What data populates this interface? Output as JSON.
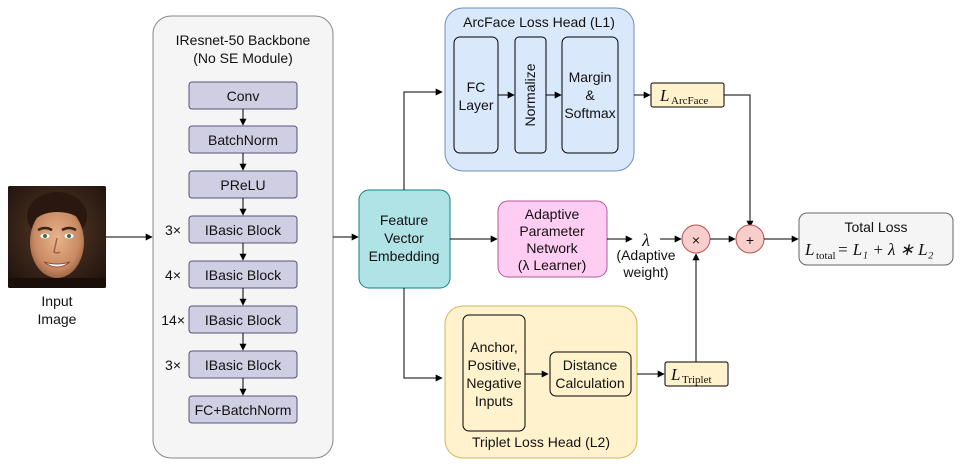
{
  "input": {
    "line1": "Input",
    "line2": "Image"
  },
  "backbone": {
    "title_line1": "IResnet-50 Backbone",
    "title_line2": "(No SE Module)",
    "layers": {
      "conv": "Conv",
      "batchnorm": "BatchNorm",
      "prelu": "PReLU",
      "block1": "IBasic Block",
      "block2": "IBasic Block",
      "block3": "IBasic Block",
      "block4": "IBasic Block",
      "fc": "FC+BatchNorm"
    },
    "repeats": {
      "block1": "3×",
      "block2": "4×",
      "block3": "14×",
      "block4": "3×"
    }
  },
  "feature": {
    "line1": "Feature",
    "line2": "Vector",
    "line3": "Embedding"
  },
  "arcface": {
    "title": "ArcFace Loss Head (L1)",
    "fc_line1": "FC",
    "fc_line2": "Layer",
    "normalize": "Normalize",
    "margin_line1": "Margin",
    "margin_line2": "&",
    "margin_line3": "Softmax",
    "loss_main": "L",
    "loss_sub": "ArcFace"
  },
  "adaptive": {
    "line1": "Adaptive",
    "line2": "Parameter",
    "line3": "Network",
    "line4": "(λ Learner)",
    "lambda": "λ",
    "weight_line1": "(Adaptive",
    "weight_line2": "weight)"
  },
  "ops": {
    "multiply": "×",
    "add": "+"
  },
  "total": {
    "title": "Total Loss",
    "eq_L": "L",
    "eq_sub": "total",
    "eq_rest": " = L₁ + λ ∗ L₂"
  },
  "triplet": {
    "title": "Triplet Loss Head (L2)",
    "inputs_line1": "Anchor,",
    "inputs_line2": "Positive,",
    "inputs_line3": "Negative",
    "inputs_line4": "Inputs",
    "distance_line1": "Distance",
    "distance_line2": "Calculation",
    "loss_main": "L",
    "loss_sub": "Triplet"
  },
  "colors": {
    "backbone_panel": "#f5f5f5",
    "layer_box": "#d0cee2",
    "feature_box": "#b0e3e6",
    "arcface_panel": "#dae8fc",
    "adaptive_box": "#ffccf2",
    "op_circle": "#f8cecc",
    "triplet_panel": "#fff2cc",
    "loss_tag": "#fff2cc",
    "total_box": "#f5f5f5"
  }
}
